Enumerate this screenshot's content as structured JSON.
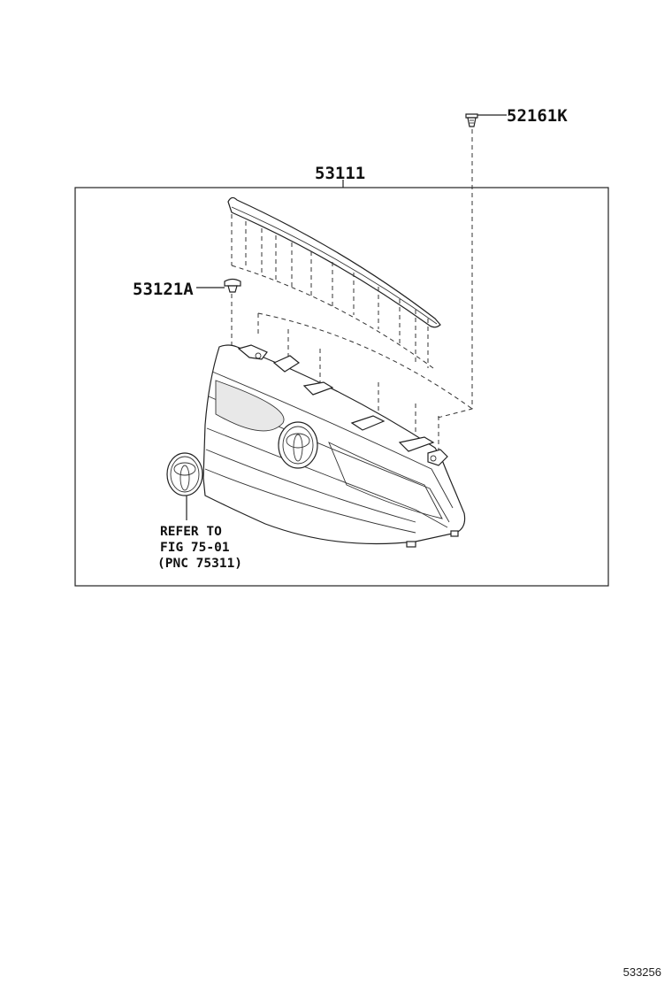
{
  "diagram": {
    "callouts": {
      "clip_top": "52161K",
      "grille_assembly": "53111",
      "clip_left": "53121A"
    },
    "reference_note": {
      "line1": "REFER TO",
      "line2": "FIG 75-01",
      "line3": "(PNC 75311)"
    },
    "figure_number": "533256"
  }
}
